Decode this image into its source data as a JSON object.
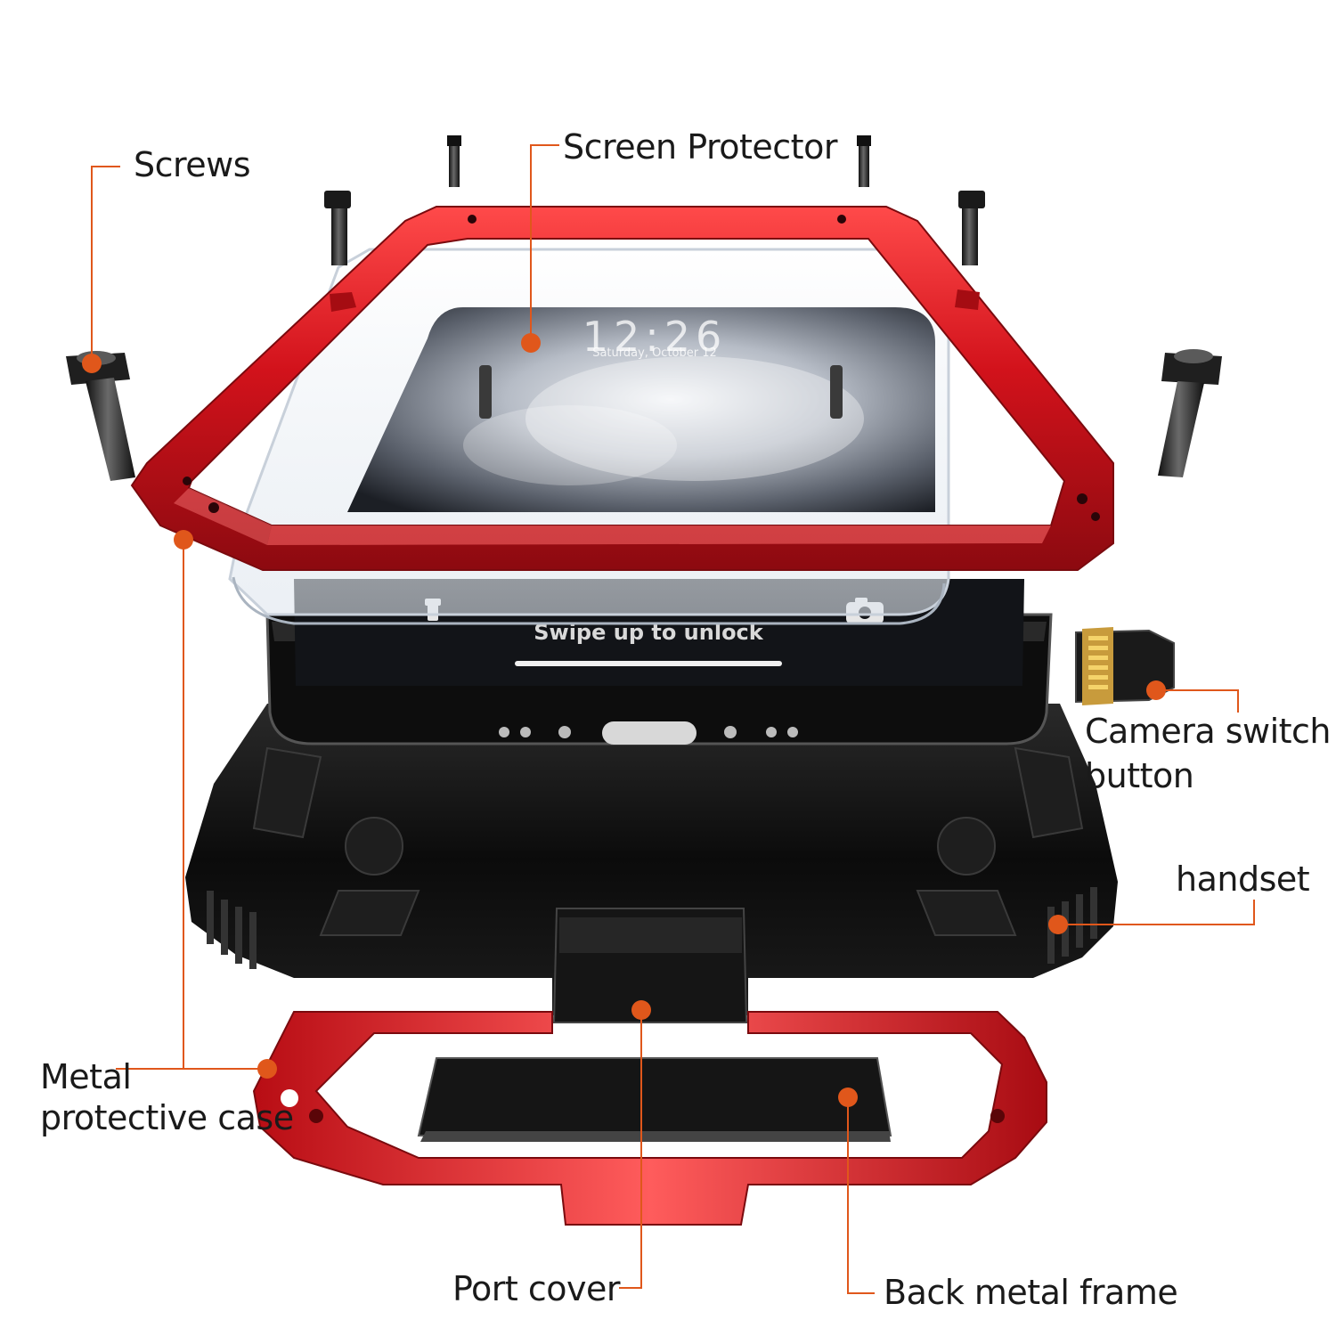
{
  "labels": {
    "screws": "Screws",
    "screen_protector": "Screen Protector",
    "camera_switch_line1": "Camera switch",
    "camera_switch_line2": "button",
    "handset": "handset",
    "metal_case_line1": "Metal",
    "metal_case_line2": "protective case",
    "port_cover": "Port cover",
    "back_metal_frame": "Back metal frame"
  },
  "phone_screen": {
    "time": "12:26",
    "date": "Saturday, October 12",
    "unlock_hint": "Swipe up to unlock"
  },
  "colors": {
    "callout": "#e0571b",
    "frame_red": "#d2121b",
    "case_black": "#0e0e0e",
    "screw_gray": "#2b2b2b"
  },
  "icons": [
    "flashlight-icon",
    "camera-icon"
  ]
}
